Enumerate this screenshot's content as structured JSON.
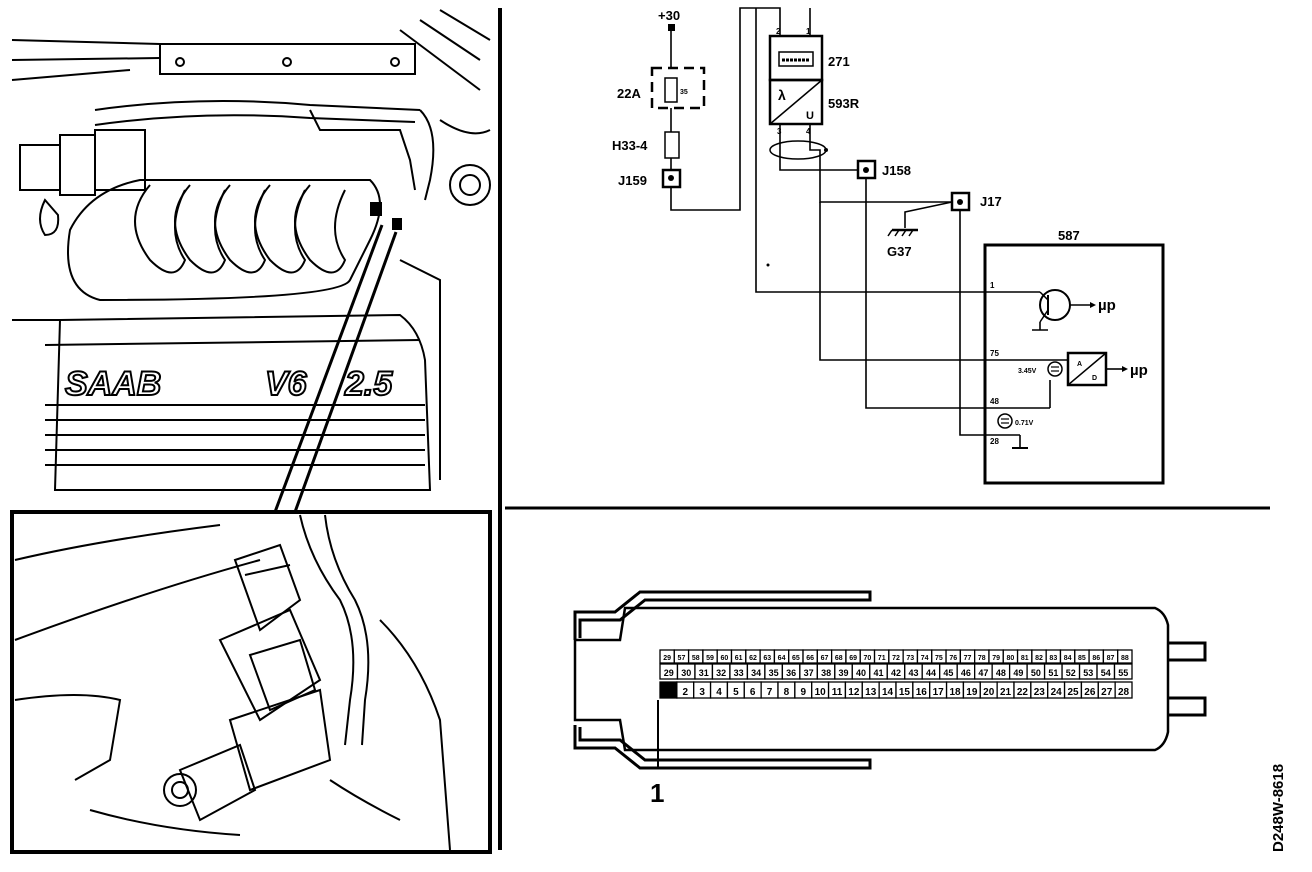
{
  "schematic": {
    "supply": "+30",
    "fuse": {
      "ref": "22A",
      "value": "35"
    },
    "connector_h33": "H33-4",
    "junction_j159": "J159",
    "component_271": {
      "ref": "271",
      "pins": [
        "2",
        "1"
      ]
    },
    "sensor_593r": {
      "ref": "593R",
      "symbol_lambda": "λ",
      "symbol_u": "U",
      "pins": [
        "3",
        "4"
      ]
    },
    "junction_j158": "J158",
    "junction_j17": "J17",
    "ground_g37": "G37",
    "ecu_587": {
      "ref": "587",
      "pin_1": "1",
      "pin_75": "75",
      "pin_48": "48",
      "pin_28": "28",
      "voltage_high": "3.45V",
      "voltage_low": "0.71V",
      "adc_top": "A",
      "adc_bottom": "D",
      "mu_p_1": "µp",
      "mu_p_2": "µp"
    }
  },
  "engine_view": {
    "brand": "SAAB",
    "engine": "V6",
    "displacement": "2.5"
  },
  "ecu_connector": {
    "top_row": [
      "29",
      "57",
      "58",
      "59",
      "60",
      "61",
      "62",
      "63",
      "64",
      "65",
      "66",
      "67",
      "68",
      "69",
      "70",
      "71",
      "72",
      "73",
      "74",
      "75",
      "76",
      "77",
      "78",
      "79",
      "80",
      "81",
      "82",
      "83",
      "84",
      "85",
      "86",
      "87",
      "88"
    ],
    "middle_row": [
      "29",
      "30",
      "31",
      "32",
      "33",
      "34",
      "35",
      "36",
      "37",
      "38",
      "39",
      "40",
      "41",
      "42",
      "43",
      "44",
      "45",
      "46",
      "47",
      "48",
      "49",
      "50",
      "51",
      "52",
      "53",
      "54",
      "55"
    ],
    "bottom_row": [
      "1",
      "2",
      "3",
      "4",
      "5",
      "6",
      "7",
      "8",
      "9",
      "10",
      "11",
      "12",
      "13",
      "14",
      "15",
      "16",
      "17",
      "18",
      "19",
      "20",
      "21",
      "22",
      "23",
      "24",
      "25",
      "26",
      "27",
      "28"
    ],
    "callout": "1"
  },
  "figure_code": "D248W-8618"
}
